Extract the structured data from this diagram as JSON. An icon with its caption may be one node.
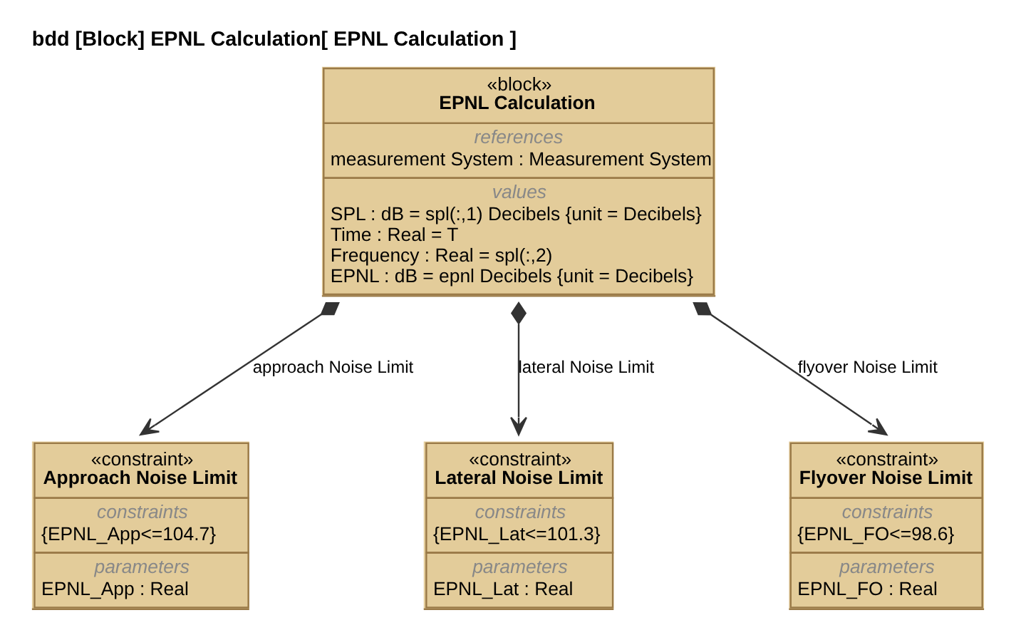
{
  "diagram": {
    "title": "bdd [Block] EPNL Calculation[ EPNL Calculation ]",
    "nodes": [
      {
        "text": [
          "«block»",
          "EPNL Calculation",
          "references",
          "measurement System : Measurement System",
          "values",
          "SPL : dB = spl(:,1) Decibels {unit = Decibels}",
          "Time : Real = T",
          "Frequency : Real = spl(:,2)",
          "EPNL : dB = epnl Decibels {unit = Decibels}"
        ]
      },
      {
        "text": [
          "«constraint»",
          "Approach Noise Limit",
          "constraints",
          "{EPNL_App<=104.7}",
          "parameters",
          "EPNL_App : Real"
        ]
      },
      {
        "text": [
          "«constraint»",
          "Lateral Noise Limit",
          "constraints",
          "{EPNL_Lat<=101.3}",
          "parameters",
          "EPNL_Lat : Real"
        ]
      },
      {
        "text": [
          "«constraint»",
          "Flyover Noise Limit",
          "constraints",
          "{EPNL_FO<=98.6}",
          "parameters",
          "EPNL_FO : Real"
        ]
      }
    ],
    "edges": [
      {
        "from": 0,
        "to": 1,
        "arrow": "to",
        "label": "approach Noise Limit"
      },
      {
        "from": 0,
        "to": 2,
        "arrow": "to",
        "label": "lateral Noise Limit"
      },
      {
        "from": 0,
        "to": 3,
        "arrow": "to",
        "label": "flyover Noise Limit"
      }
    ]
  }
}
